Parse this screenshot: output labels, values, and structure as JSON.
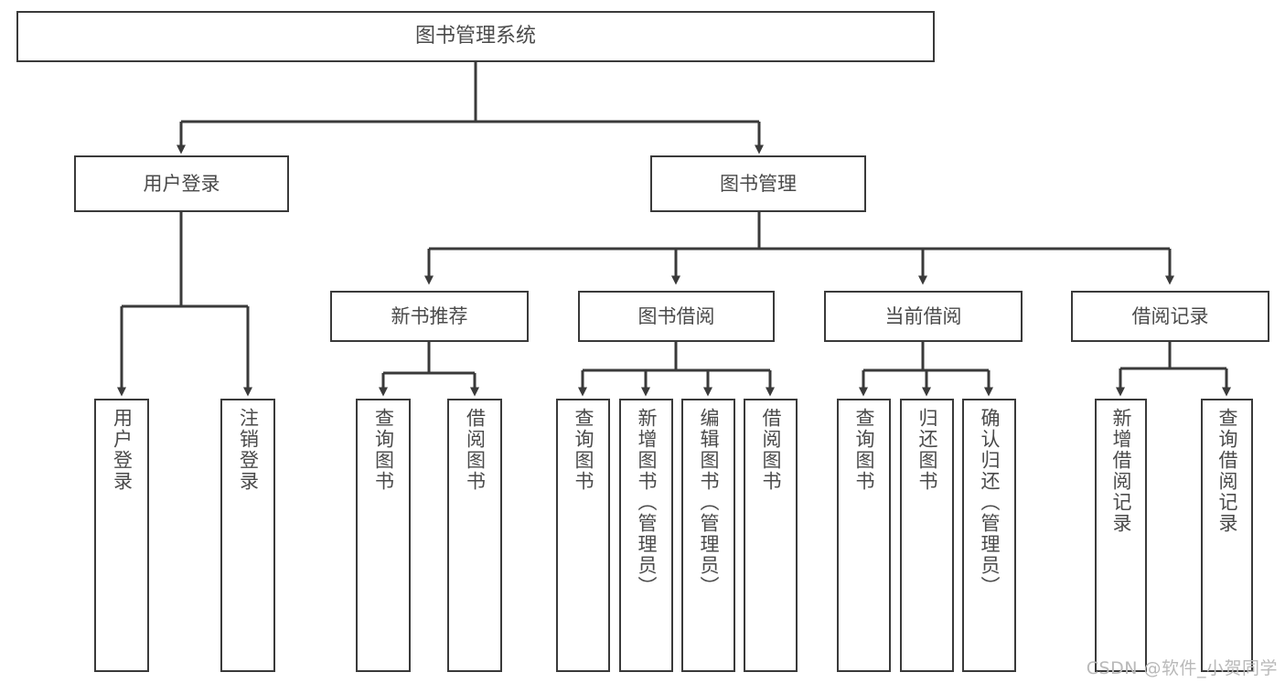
{
  "diagram": {
    "title": "图书管理系统",
    "type": "tree-hierarchy",
    "watermark": "CSDN @软件_小贺同学",
    "colors": {
      "box_border": "#3a3a3a",
      "box_fill": "#ffffff",
      "text": "#4a4a4a",
      "connector": "#3a3a3a",
      "watermark": "#b9b9b9"
    },
    "root": {
      "label": "图书管理系统"
    },
    "level2": [
      {
        "label": "用户登录"
      },
      {
        "label": "图书管理"
      }
    ],
    "level3": [
      {
        "label": "新书推荐"
      },
      {
        "label": "图书借阅"
      },
      {
        "label": "当前借阅"
      },
      {
        "label": "借阅记录"
      }
    ],
    "leaves": {
      "user_login": [
        {
          "label": "用户登录"
        },
        {
          "label": "注销登录"
        }
      ],
      "new_book": [
        {
          "label": "查询图书"
        },
        {
          "label": "借阅图书"
        }
      ],
      "book_borrow": [
        {
          "label": "查询图书"
        },
        {
          "label": "新增图书（管理员）"
        },
        {
          "label": "编辑图书（管理员）"
        },
        {
          "label": "借阅图书"
        }
      ],
      "current_borrow": [
        {
          "label": "查询图书"
        },
        {
          "label": "归还图书"
        },
        {
          "label": "确认归还（管理员）"
        }
      ],
      "borrow_record": [
        {
          "label": "新增借阅记录"
        },
        {
          "label": "查询借阅记录"
        }
      ]
    }
  }
}
